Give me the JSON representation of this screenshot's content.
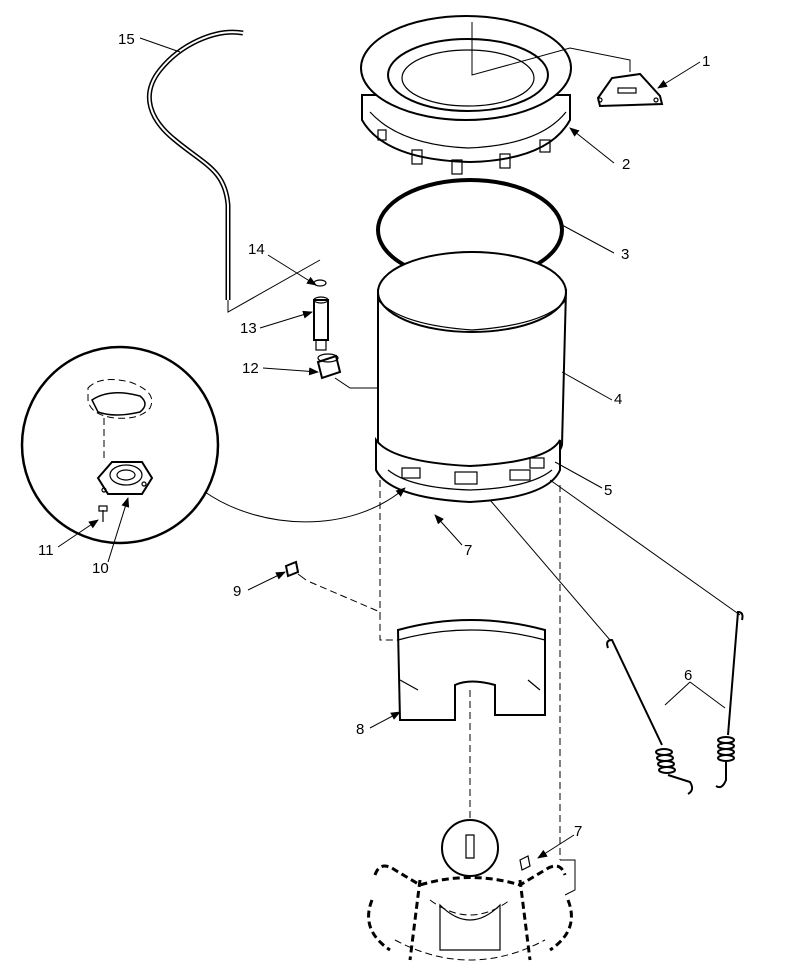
{
  "callouts": [
    {
      "id": "1",
      "text": "1"
    },
    {
      "id": "2",
      "text": "2"
    },
    {
      "id": "3",
      "text": "3"
    },
    {
      "id": "4",
      "text": "4"
    },
    {
      "id": "5",
      "text": "5"
    },
    {
      "id": "6",
      "text": "6"
    },
    {
      "id": "7a",
      "text": "7"
    },
    {
      "id": "7b",
      "text": "7"
    },
    {
      "id": "8",
      "text": "8"
    },
    {
      "id": "9",
      "text": "9"
    },
    {
      "id": "10",
      "text": "10"
    },
    {
      "id": "11",
      "text": "11"
    },
    {
      "id": "12",
      "text": "12"
    },
    {
      "id": "13",
      "text": "13"
    },
    {
      "id": "14",
      "text": "14"
    },
    {
      "id": "15",
      "text": "15"
    }
  ]
}
